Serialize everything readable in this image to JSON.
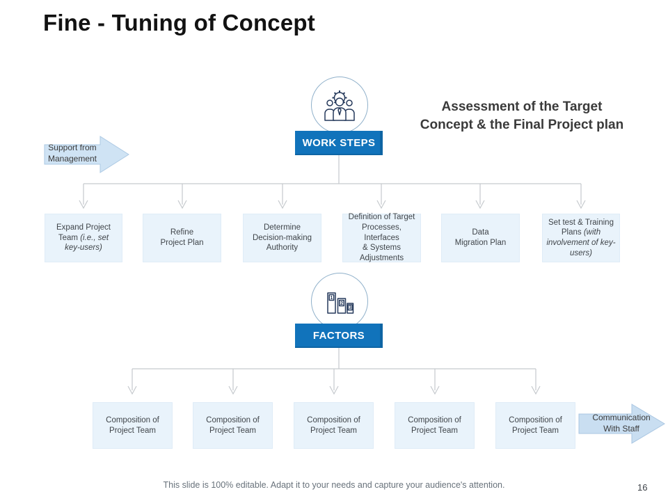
{
  "slide": {
    "title": "Fine - Tuning of Concept",
    "footer": "This slide is 100% editable. Adapt it to your needs and capture your audience's attention.",
    "page_number": "16"
  },
  "colors": {
    "accent_blue": "#1173bb",
    "box_fill": "#e9f3fb",
    "arrow_fill_light": "#cfe3f4",
    "arrow_fill_right": "#c9def1",
    "connector_gray": "#c5c9cd",
    "icon_stroke": "#25395b"
  },
  "work_steps": {
    "label": "WORK STEPS",
    "icon": "team-gear-icon",
    "heading": "Assessment of the Target\nConcept & the Final Project plan",
    "side_arrow": "Support from\nManagement",
    "boxes": [
      {
        "text": "Expand Project\nTeam ",
        "italic": "(i.e., set\nkey-users)"
      },
      {
        "text": "Refine\nProject Plan",
        "italic": ""
      },
      {
        "text": "Determine\nDecision-making\nAuthority",
        "italic": ""
      },
      {
        "text": "Definition of Target\nProcesses, Interfaces\n& Systems\nAdjustments",
        "italic": ""
      },
      {
        "text": "Data\nMigration Plan",
        "italic": ""
      },
      {
        "text": "Set test & Training\nPlans ",
        "italic": "(with\ninvolvement of key-\nusers)"
      }
    ]
  },
  "factors": {
    "label": "FACTORS",
    "icon": "podium-ranking-icon",
    "podium_numbers": [
      "1",
      "2",
      "3"
    ],
    "side_arrow": "Communication\nWith Staff",
    "boxes": [
      "Composition of\nProject Team",
      "Composition of\nProject Team",
      "Composition of\nProject Team",
      "Composition of\nProject Team",
      "Composition of\nProject Team"
    ]
  }
}
